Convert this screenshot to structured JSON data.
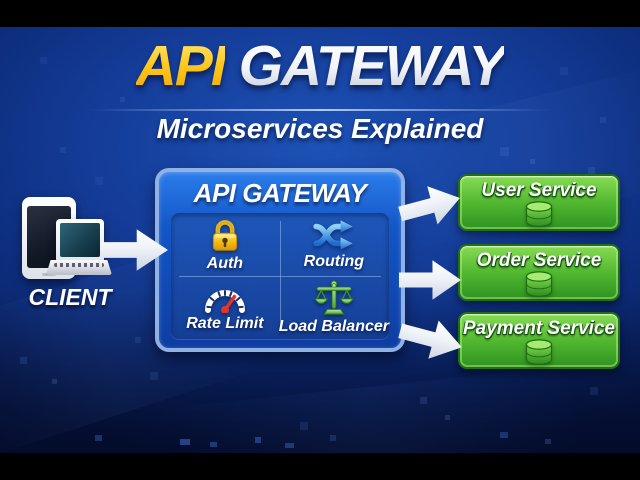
{
  "header": {
    "title_api": "API",
    "title_gateway": "GATEWAY",
    "subtitle": "Microservices Explained"
  },
  "client": {
    "label": "CLIENT"
  },
  "gateway": {
    "title": "API GATEWAY",
    "features": [
      {
        "label": "Auth",
        "icon": "lock-icon"
      },
      {
        "label": "Routing",
        "icon": "shuffle-icon"
      },
      {
        "label": "Rate Limit",
        "icon": "gauge-icon"
      },
      {
        "label": "Load Balancer",
        "icon": "scales-icon"
      }
    ]
  },
  "services": [
    {
      "label": "User Service",
      "icon": "database-icon"
    },
    {
      "label": "Order Service",
      "icon": "database-icon"
    },
    {
      "label": "Payment Service",
      "icon": "database-icon"
    }
  ],
  "colors": {
    "accent_gold": "#ffc91f",
    "background_blue": "#143c98",
    "gateway_blue": "#1356c6",
    "gateway_border": "#8fb1e4",
    "service_green": "#54ba32",
    "service_border": "#1f7015",
    "arrow_white": "#ffffff",
    "letterbox_black": "#000000"
  }
}
